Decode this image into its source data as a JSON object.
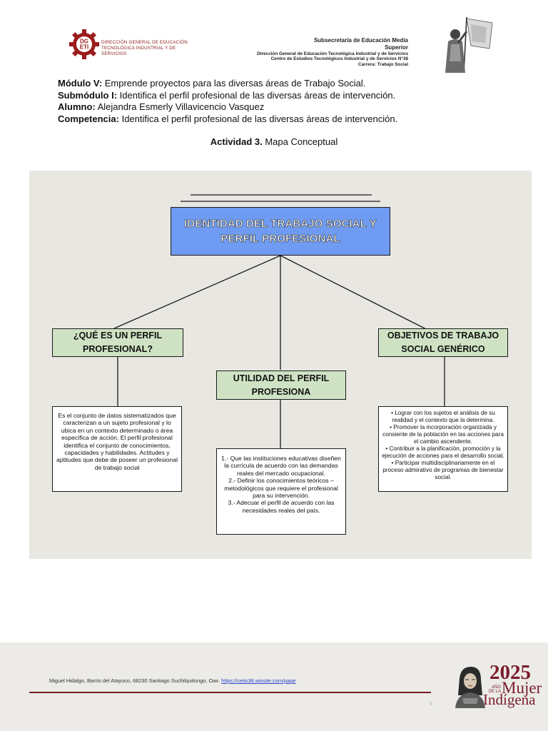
{
  "header": {
    "logo_line1": "DIRECCIÓN GENERAL DE EDUCACIÓN",
    "logo_line2": "TECNOLÓGICA INDUSTRIAL Y DE SERVICIOS",
    "logo_gear_text1": "DG",
    "logo_gear_text2": "ETI",
    "right_line1": "Subsecretaría de Educación Media",
    "right_line2": "Superior",
    "right_line3": "Dirección General de Educación Tecnológica Industrial y de Servicios",
    "right_line4": "Centro de Estudios Tecnológicos Industrial y de Servicios N°38",
    "right_line5": "Carrera: Trabajo Social"
  },
  "info": {
    "modulo_label": "Módulo V:",
    "modulo_value": " Emprende proyectos para las diversas áreas de Trabajo Social.",
    "submodulo_label": "Submódulo I:",
    "submodulo_value": " Identifica el perfil profesional de las diversas áreas de intervención.",
    "alumno_label": "Alumno:",
    "alumno_value": " Alejandra Esmerly Villavicencio Vasquez",
    "competencia_label": "Competencia:",
    "competencia_value": " Identifica el perfil profesional de las diversas áreas de intervención."
  },
  "activity": {
    "label": "Actividad 3.",
    "value": " Mapa Conceptual"
  },
  "concept_map": {
    "main_line1": "IDENTIDAD DEL TRABAJO SOCIAL Y",
    "main_line2": "PERFIL PROFESIONAL",
    "left_title_line1": "¿QUÉ ES UN PERFIL",
    "left_title_line2": "PROFESIONAL?",
    "middle_title_line1": "UTILIDAD DEL PERFIL",
    "middle_title_line2": "PROFESIONA",
    "right_title_line1": "OBJETIVOS DE TRABAJO",
    "right_title_line2": "SOCIAL GENÉRICO",
    "left_text": "Es el conjunto de datos sistematizados que caracterizan a un sujeto profesional y lo ubica en un contexto determinado o área específica de acción. El perfil profesional identifica el conjunto de conocimientos, capacidades y habilidades. Actitudes y aptitudes que debe de poseer un profesional de trabajo social",
    "middle_items": [
      "1.- Que las instituciones educativas diseñen la currícula de acuerdo con las demandas reales del mercado ocupacional.",
      "2.- Definir los conocimientos teóricos – metodológicos que requiere el profesional para su intervención.",
      "3.- Adecuar el perfil de acuerdo con las necesidades reales del país."
    ],
    "right_items": [
      "• Lograr con los sujetos el análisis de su realidad y el contexto que la determina.",
      "• Promover la incorporación organizada y consiente de la población en las acciones para el cambio ascendente.",
      "• Contribuir a la planificación, promoción y la ejecución de acciones para el desarrollo social.",
      "• Participar multidisciplinariamente en el proceso admirativo de programas de bienestar social."
    ]
  },
  "footer": {
    "address": "Miguel Hidalgo, Barrio del Atayuco, 68230 Santiago Suchilquitongo, Oax. ",
    "link": "https://cetis38.wixsite.com/page",
    "year": "2025",
    "anio_line1": "AÑO",
    "anio_line2": "DE LA",
    "mujer": "Mujer",
    "indigena": "Indígena"
  },
  "colors": {
    "main_box": "#6f9cf2",
    "green_box": "#cfe3c4",
    "panel_bg": "#e9e7e2",
    "brand_red": "#8b1c1c",
    "footer_rule": "#7a1c2b"
  }
}
